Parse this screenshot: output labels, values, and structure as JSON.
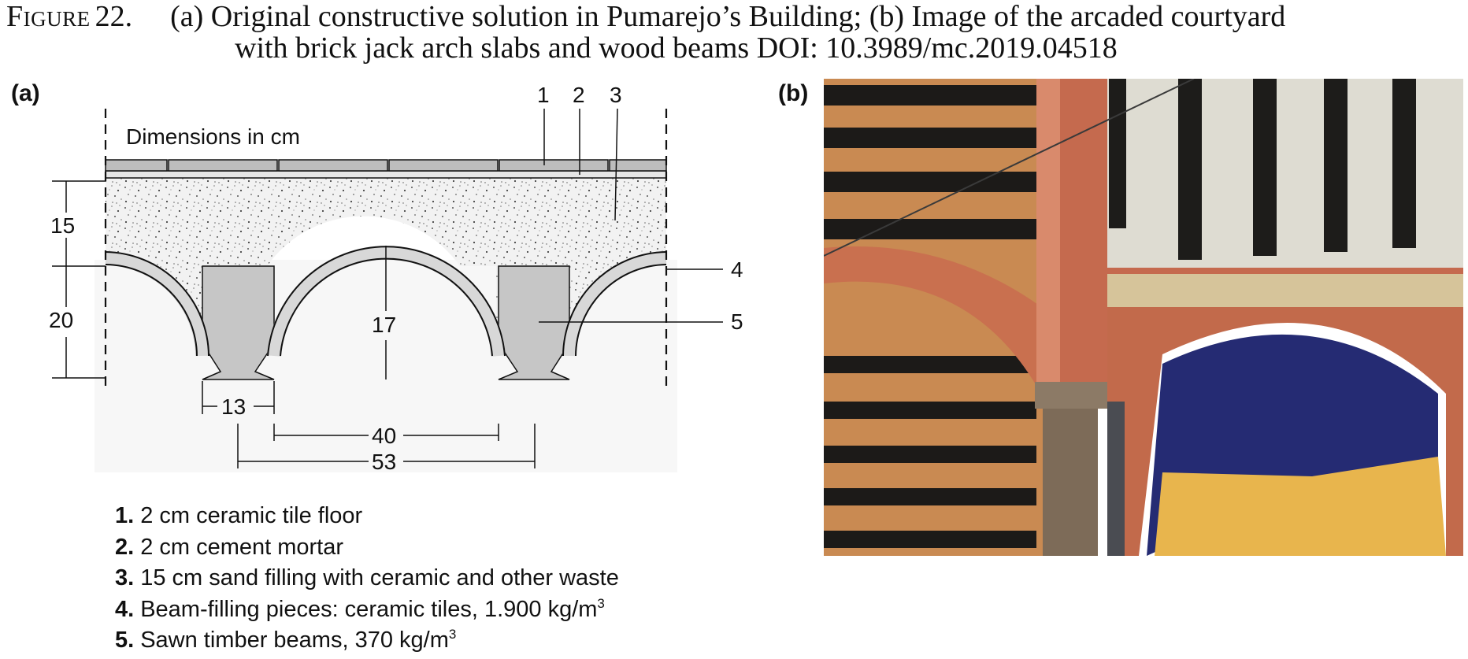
{
  "caption": {
    "figure_label": "Figure",
    "figure_number": "22.",
    "line1": "(a) Original constructive solution in Pumarejo’s Building; (b) Image of the arcaded courtyard",
    "line2": "with brick jack arch slabs and wood beams DOI: 10.3989/mc.2019.04518"
  },
  "panel_a": {
    "label": "(a)",
    "dimensions_note": "Dimensions in cm",
    "callouts": [
      "1",
      "2",
      "3",
      "4",
      "5"
    ],
    "dimensions": {
      "fill_depth": "15",
      "beam_depth": "20",
      "arch_rise": "17",
      "beam_width": "13",
      "clear_span": "40",
      "beam_spacing": "53"
    },
    "legend": [
      {
        "num": "1.",
        "text": "2 cm ceramic tile floor",
        "sup": ""
      },
      {
        "num": "2.",
        "text": "2 cm cement mortar",
        "sup": ""
      },
      {
        "num": "3.",
        "text": "15 cm sand filling with ceramic and other waste",
        "sup": ""
      },
      {
        "num": "4.",
        "text": "Beam-filling pieces: ceramic tiles, 1.900 kg/m",
        "sup": "3"
      },
      {
        "num": "5.",
        "text": "Sawn timber beams, 370 kg/m",
        "sup": "3"
      }
    ]
  },
  "panel_b": {
    "label": "(b)"
  },
  "colors": {
    "beam_gray": "#c4c4c4",
    "fill_speckle": "#f0f0f0",
    "wall_terracotta": "#c46a4e",
    "ceiling_white": "#dcdcd4",
    "sky_blue": "#252b73",
    "facade_yellow": "#e8b54d"
  }
}
